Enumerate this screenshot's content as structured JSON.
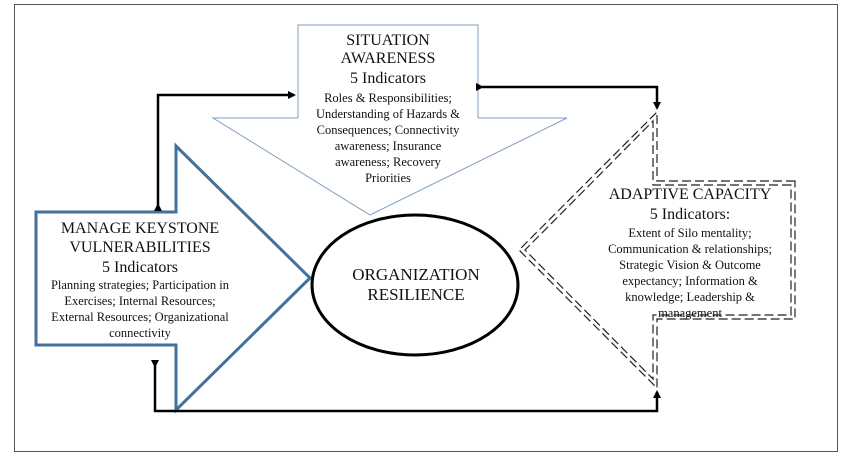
{
  "situation": {
    "title_lines": [
      "SITUATION",
      "AWARENESS"
    ],
    "count": "5 Indicators",
    "items": [
      "Roles & Responsibilities;",
      "Understanding of Hazards &",
      "Consequences; Connectivity",
      "awareness; Insurance",
      "awareness; Recovery",
      "Priorities"
    ]
  },
  "keystone": {
    "title_lines": [
      "MANAGE KEYSTONE",
      "VULNERABILITIES"
    ],
    "count": "5 Indicators",
    "items": [
      "Planning strategies; Participation in",
      "Exercises; Internal Resources;",
      "External Resources; Organizational",
      "connectivity"
    ]
  },
  "adaptive": {
    "title": "ADAPTIVE CAPACITY",
    "count": "5 Indicators:",
    "items": [
      "Extent of Silo mentality;",
      "Communication & relationships;",
      "Strategic Vision & Outcome",
      "expectancy; Information &",
      "knowledge; Leadership &",
      "management"
    ]
  },
  "center": {
    "lines": [
      "ORGANIZATION",
      "RESILIENCE"
    ]
  },
  "colors": {
    "situation": "#7f9fbf",
    "keystone": "#41719c",
    "line": "#000000"
  }
}
